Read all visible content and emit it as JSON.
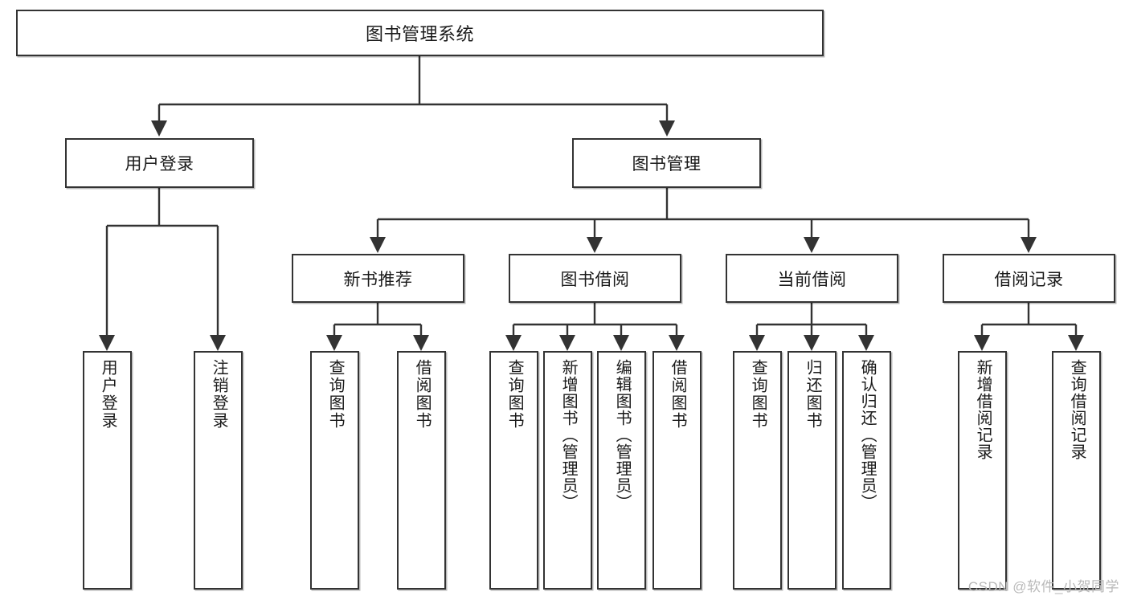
{
  "diagram": {
    "type": "tree-hierarchy",
    "title": "图书管理系统",
    "orientation": "top-down",
    "watermark": "CSDN @软件_小贺同学",
    "colors": {
      "box_border": "#333333",
      "box_fill": "#ffffff",
      "connector": "#333333",
      "text": "#1a1a1a",
      "watermark": "#b9b9b9",
      "background": "#ffffff"
    },
    "nodes": {
      "root": {
        "label": "图书管理系统",
        "level": 1
      },
      "user_login": {
        "label": "用户登录",
        "level": 2
      },
      "book_manage": {
        "label": "图书管理",
        "level": 2
      },
      "new_book_rec": {
        "label": "新书推荐",
        "level": 3
      },
      "book_borrow": {
        "label": "图书借阅",
        "level": 3
      },
      "current_borrow": {
        "label": "当前借阅",
        "level": 3
      },
      "borrow_record": {
        "label": "借阅记录",
        "level": 3
      },
      "leaf_user_login": {
        "label": "用户登录",
        "level": 4
      },
      "leaf_user_logout": {
        "label": "注销登录",
        "level": 4
      },
      "leaf_rec_query": {
        "label": "查询图书",
        "level": 4
      },
      "leaf_rec_borrow": {
        "label": "借阅图书",
        "level": 4
      },
      "leaf_borrow_query": {
        "label": "查询图书",
        "level": 4
      },
      "leaf_borrow_add": {
        "label": "新增图书（管理员）",
        "level": 4
      },
      "leaf_borrow_edit": {
        "label": "编辑图书（管理员）",
        "level": 4
      },
      "leaf_borrow_do": {
        "label": "借阅图书",
        "level": 4
      },
      "leaf_cur_query": {
        "label": "查询图书",
        "level": 4
      },
      "leaf_cur_return": {
        "label": "归还图书",
        "level": 4
      },
      "leaf_cur_confirm": {
        "label": "确认归还（管理员）",
        "level": 4
      },
      "leaf_rec_add": {
        "label": "新增借阅记录",
        "level": 4
      },
      "leaf_rec_search": {
        "label": "查询借阅记录",
        "level": 4
      }
    },
    "edges": [
      {
        "from": "root",
        "to": "user_login"
      },
      {
        "from": "root",
        "to": "book_manage"
      },
      {
        "from": "user_login",
        "to": "leaf_user_login"
      },
      {
        "from": "user_login",
        "to": "leaf_user_logout"
      },
      {
        "from": "book_manage",
        "to": "new_book_rec"
      },
      {
        "from": "book_manage",
        "to": "book_borrow"
      },
      {
        "from": "book_manage",
        "to": "current_borrow"
      },
      {
        "from": "book_manage",
        "to": "borrow_record"
      },
      {
        "from": "new_book_rec",
        "to": "leaf_rec_query"
      },
      {
        "from": "new_book_rec",
        "to": "leaf_rec_borrow"
      },
      {
        "from": "book_borrow",
        "to": "leaf_borrow_query"
      },
      {
        "from": "book_borrow",
        "to": "leaf_borrow_add"
      },
      {
        "from": "book_borrow",
        "to": "leaf_borrow_edit"
      },
      {
        "from": "book_borrow",
        "to": "leaf_borrow_do"
      },
      {
        "from": "current_borrow",
        "to": "leaf_cur_query"
      },
      {
        "from": "current_borrow",
        "to": "leaf_cur_return"
      },
      {
        "from": "current_borrow",
        "to": "leaf_cur_confirm"
      },
      {
        "from": "borrow_record",
        "to": "leaf_rec_add"
      },
      {
        "from": "borrow_record",
        "to": "leaf_rec_search"
      }
    ]
  }
}
